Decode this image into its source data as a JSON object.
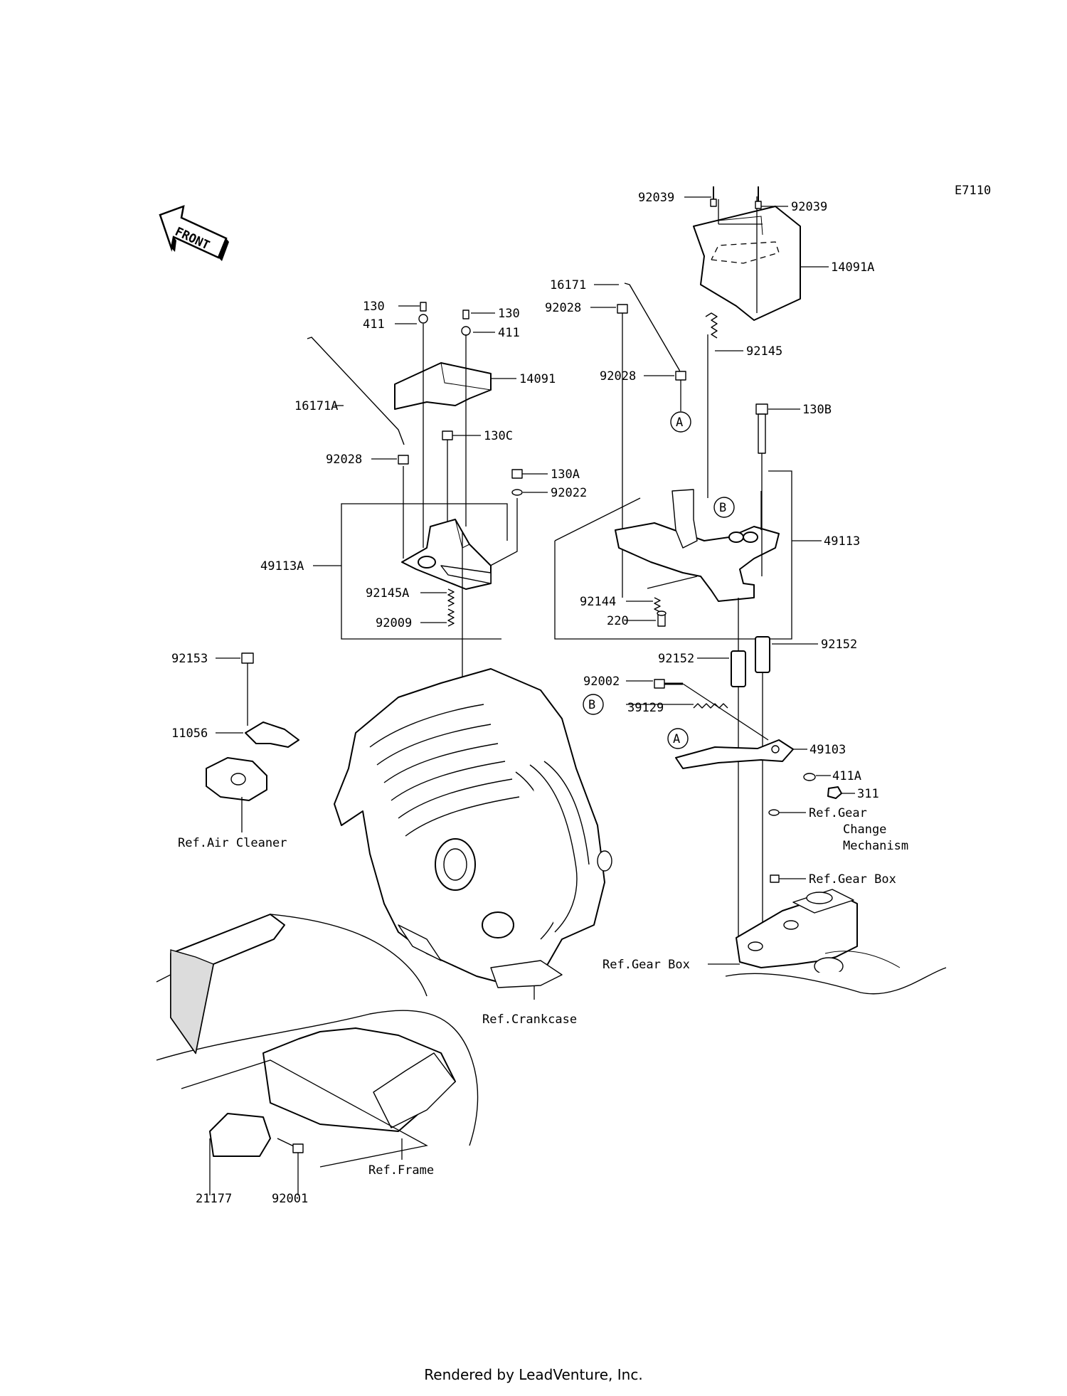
{
  "diagram_code": "E7110",
  "front_label": "FRONT",
  "footer": "Rendered by LeadVenture, Inc.",
  "callouts": {
    "A": "A",
    "B": "B"
  },
  "labels": {
    "p92039_left": "92039",
    "p92039_right": "92039",
    "p14091A": "14091A",
    "p16171": "16171",
    "p92028_top": "92028",
    "p92028_mid": "92028",
    "p92028_left": "92028",
    "p130_left": "130",
    "p130_right": "130",
    "p411_left": "411",
    "p411_right": "411",
    "p14091": "14091",
    "p16171A": "16171A",
    "p130C": "130C",
    "p130A": "130A",
    "p92022": "92022",
    "p92145": "92145",
    "p130B": "130B",
    "p49113A": "49113A",
    "p49113": "49113",
    "p92145A": "92145A",
    "p92009": "92009",
    "p92144": "92144",
    "p220": "220",
    "p92152_left": "92152",
    "p92152_right": "92152",
    "p92002": "92002",
    "p39129": "39129",
    "p49103": "49103",
    "p411A": "411A",
    "p311": "311",
    "p92153": "92153",
    "p11056": "11056",
    "p21177": "21177",
    "p92001": "92001"
  },
  "references": {
    "air_cleaner": "Ref.Air Cleaner",
    "crankcase": "Ref.Crankcase",
    "frame": "Ref.Frame",
    "gear_box_left": "Ref.Gear Box",
    "gear_box_right": "Ref.Gear Box",
    "gear_change_1": "Ref.Gear",
    "gear_change_2": "Change",
    "gear_change_3": "Mechanism"
  }
}
